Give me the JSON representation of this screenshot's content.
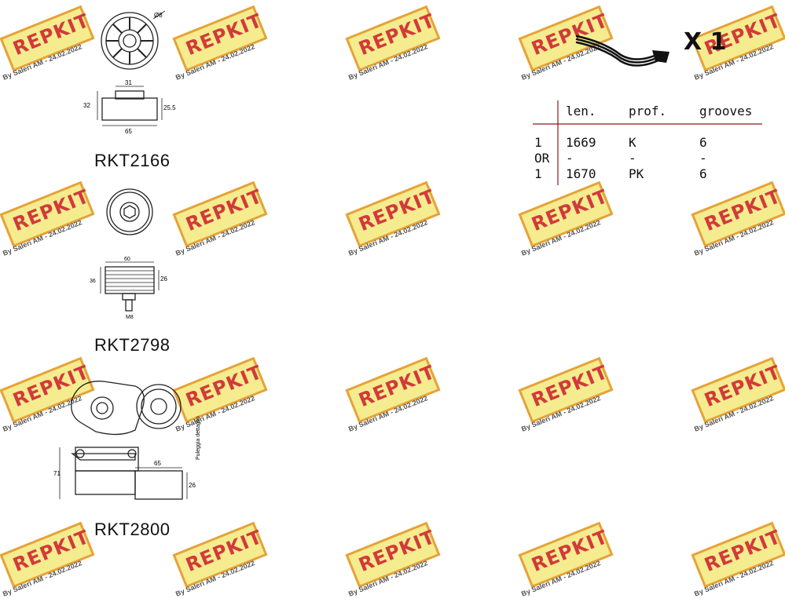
{
  "watermark": {
    "logo": "REPKIT",
    "sub": "By Saleri AM - 24.02.2022"
  },
  "parts": [
    {
      "code": "RKT2166"
    },
    {
      "code": "RKT2798"
    },
    {
      "code": "RKT2800"
    }
  ],
  "dims": {
    "rkt2166": {
      "top": "31",
      "left": "32",
      "right": "25.5",
      "bottom": "65",
      "dia": "Ø8"
    },
    "rkt2798": {
      "top": "60",
      "left": "36",
      "right": "26",
      "bolt": "M8"
    },
    "rkt2800": {
      "width": "65",
      "height": "71",
      "side": "26",
      "note": "Puleggia dettaglio"
    }
  },
  "belt": {
    "quantity": "X 1",
    "headers": [
      "len.",
      "prof.",
      "grooves"
    ],
    "rows": [
      {
        "qty": "1",
        "len": "1669",
        "prof": "K",
        "grooves": "6"
      },
      {
        "qty": "OR",
        "len": "-",
        "prof": "-",
        "grooves": "-"
      },
      {
        "qty": "1",
        "len": "1670",
        "prof": "PK",
        "grooves": "6"
      }
    ]
  }
}
